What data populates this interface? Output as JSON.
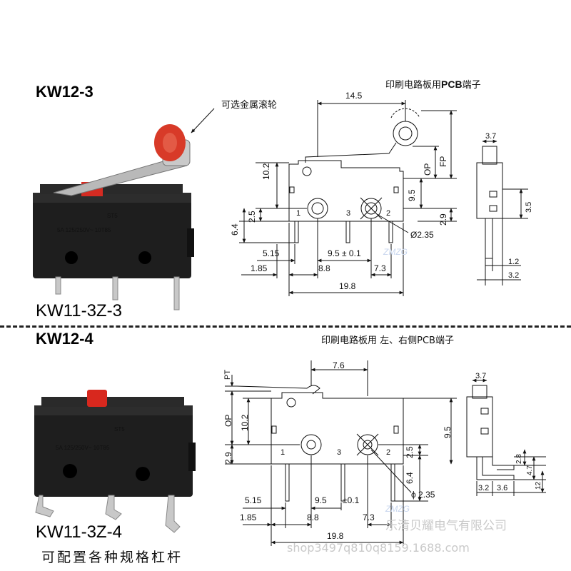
{
  "top": {
    "model": "KW12-3",
    "variant": "KW11-3Z-3",
    "roller_note": "可选金属滚轮",
    "pcb_note": "印刷电路板用",
    "pcb_bold": "PCB",
    "pcb_tail": "端子",
    "dims": {
      "d145": "14.5",
      "op": "OP",
      "fp": "FP",
      "d102": "10.2",
      "d95": "9.5",
      "d25": "2.5",
      "d29": "2.9",
      "d64": "6.4",
      "phi": "Ø2.35",
      "d515": "5.15",
      "d95tol": "9.5 ± 0.1",
      "d185": "1.85",
      "d88": "8.8",
      "d73": "7.3",
      "d198": "19.8",
      "d37": "3.7",
      "d35": "3.5",
      "d12": "1.2",
      "d32": "3.2",
      "t1": "1",
      "t3": "3",
      "t2": "2"
    },
    "zmzg": "ZMZG"
  },
  "bottom": {
    "model": "KW12-4",
    "variant": "KW11-3Z-4",
    "pcb_note": "印刷电路板用 左、右侧PCB端子",
    "caption": "可配置各种规格杠杆",
    "dims": {
      "pt": "PT",
      "d76": "7.6",
      "op": "OP",
      "d102": "10.2",
      "d95": "9.5",
      "d29": "2.9",
      "d25": "2.5",
      "d64": "6.4",
      "phi": "ϕ 2.35",
      "d515": "5.15",
      "tol": "±0.1",
      "d185": "1.85",
      "d88": "8.8",
      "d73": "7.3",
      "d198": "19.8",
      "d37": "3.7",
      "d28": "2.8",
      "d47": "4.7",
      "d12": "12",
      "d32": "3.2",
      "d36": "3.6",
      "t1": "1",
      "t3": "3",
      "t2": "2"
    },
    "zmzg": "ZMZG"
  },
  "watermark": {
    "company": "乐清贝耀电气有限公司",
    "shop": "shop3497q810q8159.1688.com"
  }
}
